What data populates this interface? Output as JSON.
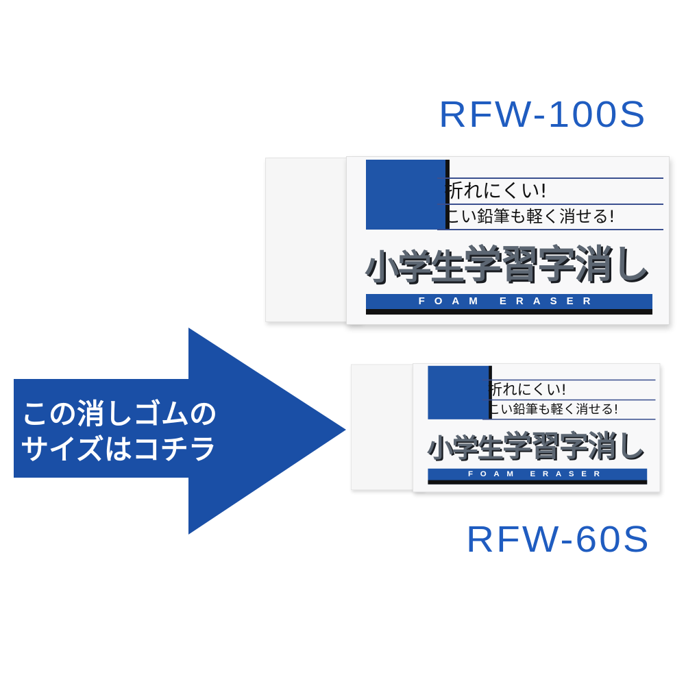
{
  "colors": {
    "brand_blue": "#1f55a8",
    "model_blue": "#1f5cc0",
    "arrow_blue": "#1a4fa6"
  },
  "arrow": {
    "line1": "この消しゴムの",
    "line2": "サイズはコチラ"
  },
  "products": [
    {
      "model": "RFW-100S",
      "tagline1": "折れにくい!",
      "tagline2": "こい鉛筆も軽く消せる!",
      "title_small": "小学生",
      "title_big": "学習字消し",
      "band": "FOAM ERASER"
    },
    {
      "model": "RFW-60S",
      "tagline1": "折れにくい!",
      "tagline2": "こい鉛筆も軽く消せる!",
      "title_small": "小学生",
      "title_big": "学習字消し",
      "band": "FOAM ERASER"
    }
  ]
}
